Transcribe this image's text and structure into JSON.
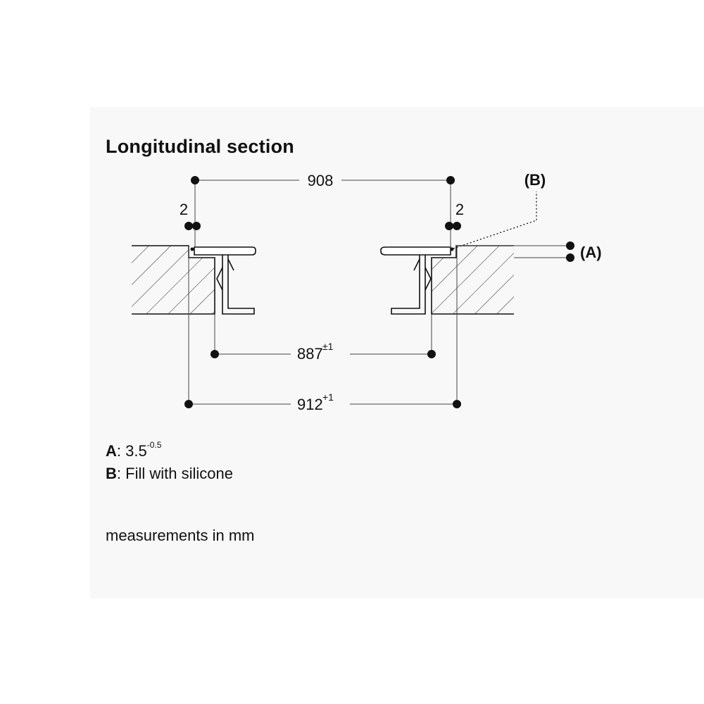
{
  "title": "Longitudinal section",
  "dimensions": {
    "top_width": "908",
    "left_gap": "2",
    "right_gap": "2",
    "inner_width": "887",
    "inner_tolerance": "±1",
    "outer_width": "912",
    "outer_tolerance": "+1"
  },
  "callouts": {
    "a": "(A)",
    "b": "(B)"
  },
  "legend": {
    "a_key": "A",
    "a_value": "3.5",
    "a_tolerance": "-0.5",
    "b_key": "B",
    "b_value": "Fill with silicone"
  },
  "units_note": "measurements in mm"
}
